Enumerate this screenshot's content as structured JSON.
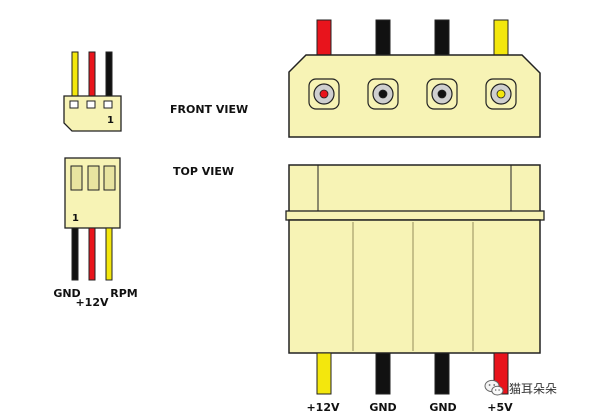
{
  "colors": {
    "connector_fill": "#f7f3b5",
    "outline": "#222222",
    "wire_red": "#e8141c",
    "wire_black": "#111111",
    "wire_yellow": "#f3e70d"
  },
  "views": {
    "front_view": "FRONT VIEW",
    "top_view": "TOP VIEW"
  },
  "fan_connector": {
    "pin1_front": "1",
    "pin1_top": "1",
    "wire_colors": [
      "yellow",
      "red",
      "black"
    ],
    "pins": [
      "GND",
      "+12V",
      "RPM"
    ]
  },
  "molex_connector": {
    "wire_colors": [
      "red",
      "black",
      "black",
      "yellow"
    ],
    "pins": [
      "+12V",
      "GND",
      "GND",
      "+5V"
    ]
  },
  "watermark": {
    "text": "猫耳朵朵",
    "icon": "wechat-icon"
  }
}
